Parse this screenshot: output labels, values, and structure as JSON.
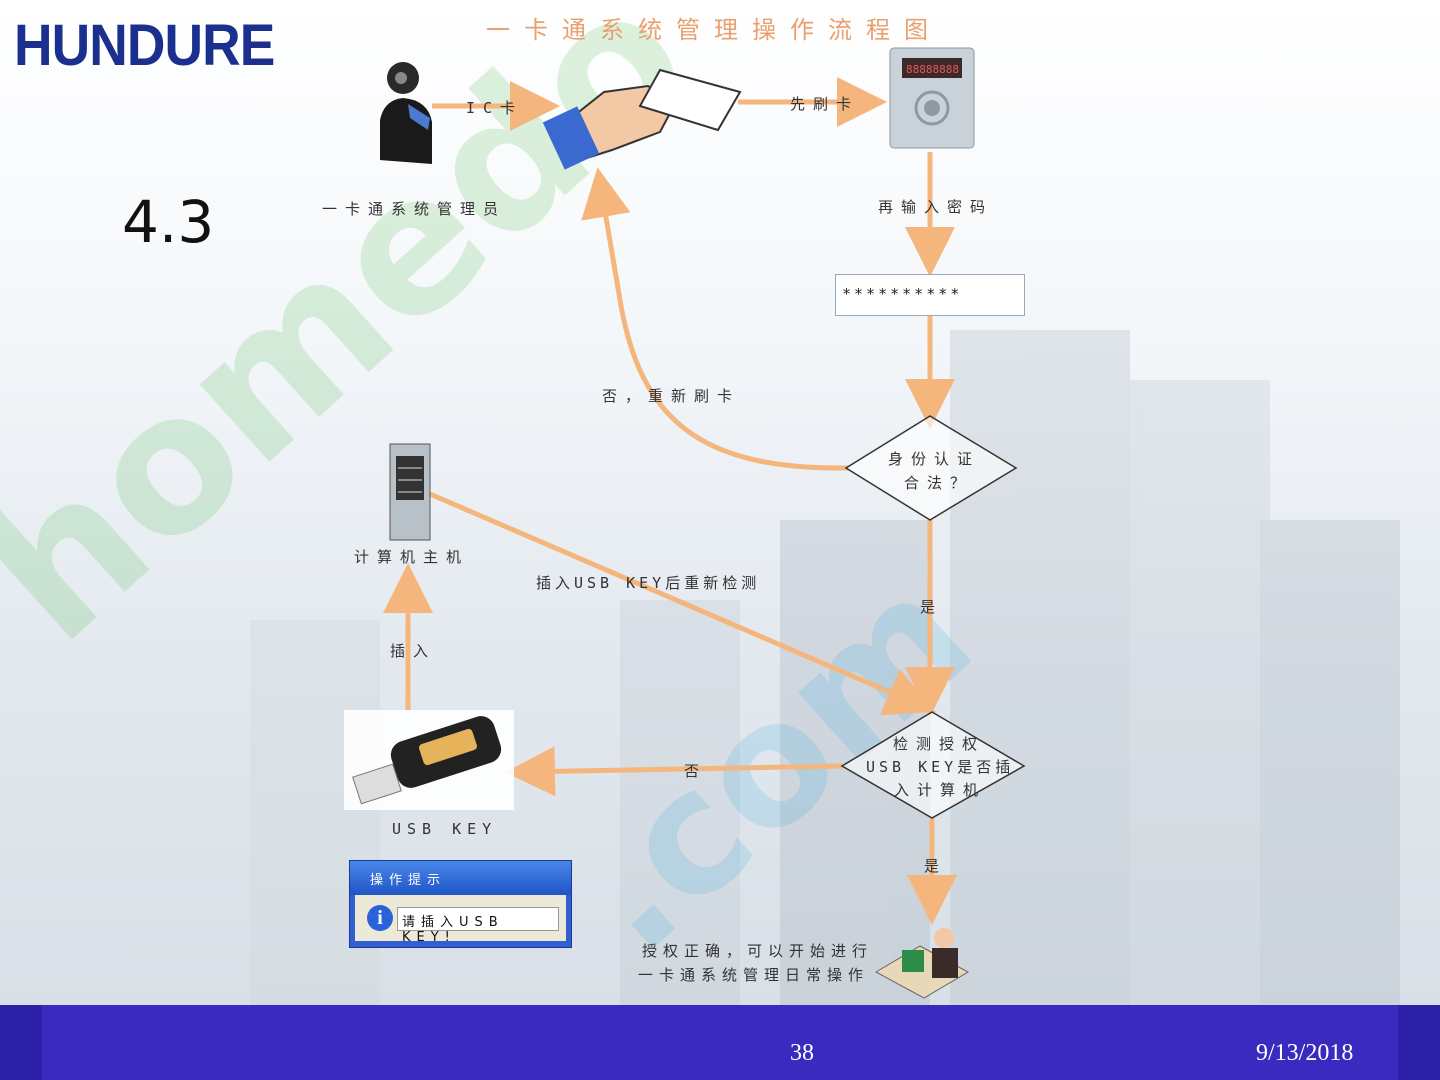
{
  "brand": {
    "logo": "HUNDURE"
  },
  "section_number": "4.3",
  "diagram": {
    "title": "一卡通系统管理操作流程图",
    "labels": {
      "admin": "一卡通系统管理员",
      "ic_card": "IC卡",
      "swipe_first": "先刷卡",
      "enter_password": "再输入密码",
      "password_mask": "**********",
      "retry": "否，重新刷卡",
      "identity_q_line1": "身份认证",
      "identity_q_line2": "合法？",
      "yes1": "是",
      "computer": "计算机主机",
      "insert_retry": "插入USB KEY后重新检测",
      "insert": "插入",
      "usb_q_line1": "检测授权",
      "usb_q_line2": "USB KEY是否插",
      "usb_q_line3": "入计算机",
      "no2": "否",
      "usb_key": "USB KEY",
      "yes2": "是",
      "result_line1": "授权正确，可以开始进行",
      "result_line2": "一卡通系统管理日常操作"
    },
    "dialog": {
      "title": "操作提示",
      "message": "请插入USB KEY!"
    },
    "colors": {
      "arrow": "#f5b67d",
      "title": "#e9a070"
    }
  },
  "footer": {
    "page": "38",
    "date": "9/13/2018"
  }
}
